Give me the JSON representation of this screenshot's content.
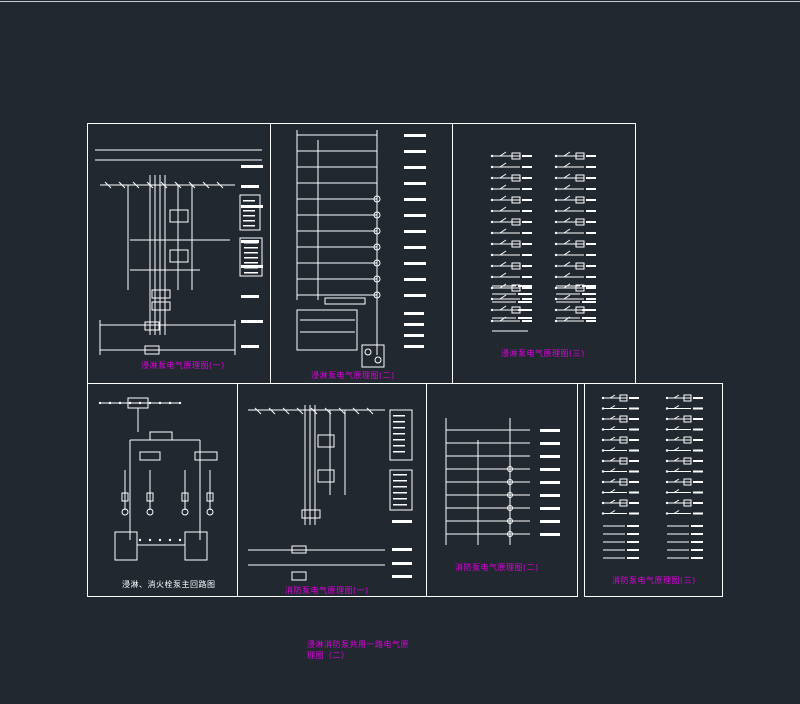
{
  "colors": {
    "background": "#212830",
    "lines": "#ffffff",
    "labels": "#e000e0"
  },
  "sheets": {
    "s1_title": "浸淋泵电气原理图(一)",
    "s2_title": "浸淋泵电气原理图(二)",
    "s3_title": "浸淋泵电气原理图(三)",
    "s4_title": "浸淋、消火栓泵主回路图",
    "s5_title": "消防泵电气原理图(一)",
    "s6_title": "消防泵电气原理图(二)",
    "s7_title": "消防泵电气原理图(三)"
  },
  "caption": {
    "line1": "浸淋消防泵共用一路电气原",
    "line2": "理图（二）"
  }
}
